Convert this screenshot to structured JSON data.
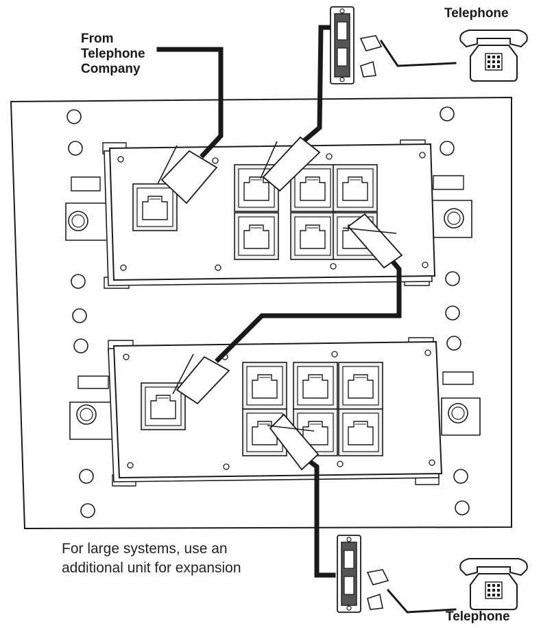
{
  "labels": {
    "from_line1": "From",
    "from_line2": "Telephone",
    "from_line3": "Company",
    "telephone_top": "Telephone",
    "telephone_bottom": "Telephone"
  },
  "caption": {
    "line1": "For large systems, use an",
    "line2": "additional unit for expansion"
  },
  "colors": {
    "line": "#1a1a1a",
    "fill": "#ffffff",
    "jack_fill": "#eeeeee"
  }
}
